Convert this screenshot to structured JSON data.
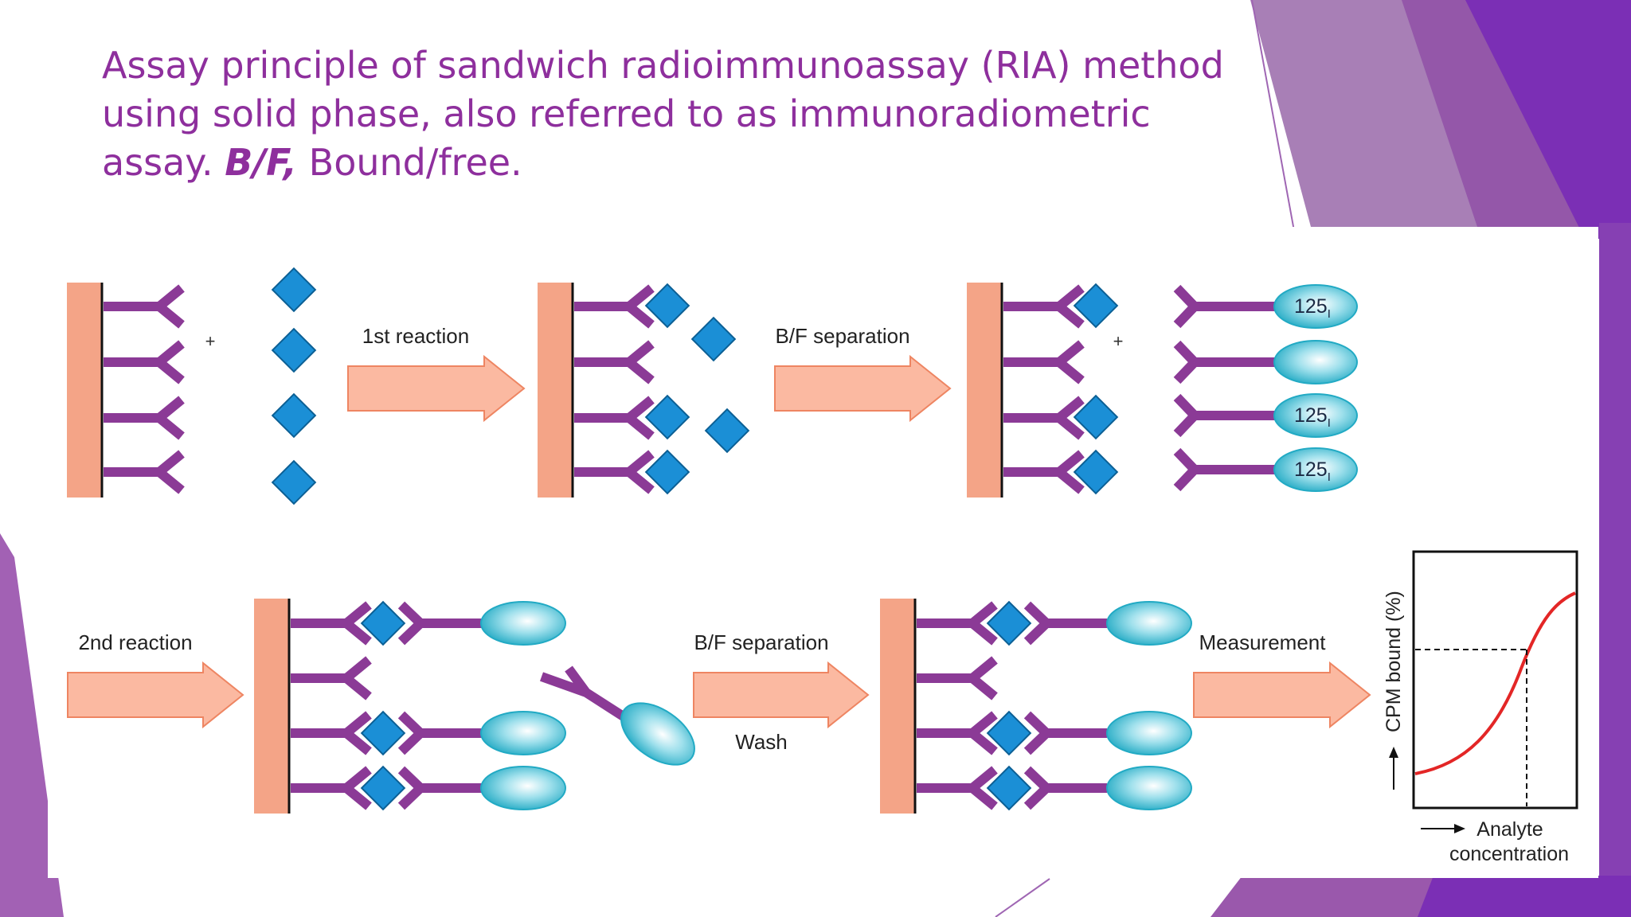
{
  "slide": {
    "title_part1": "Assay principle of sandwich radioimmunoassay (RIA) method using solid phase, also referred to as immunoradiometric assay. ",
    "title_emph": "B/F,",
    "title_part2": " Bound/free."
  },
  "colors": {
    "title": "#8e2f9d",
    "antibody": "#8b3a96",
    "solid_phase": "#f4a487",
    "antigen": "#1b8fd6",
    "label_ellipse": "#33b7cc",
    "arrow_fill": "#fbb9a1",
    "arrow_stroke": "#ee8562",
    "curve": "#e32626",
    "accent_purple": "#7b2fb5"
  },
  "labels": {
    "plus": "+",
    "reaction1": "1st reaction",
    "separation1": "B/F separation",
    "reaction2": "2nd reaction",
    "separation2": "B/F separation",
    "wash": "Wash",
    "measurement": "Measurement",
    "isotope_mass": "125",
    "isotope_symbol": "I"
  },
  "graph": {
    "ylabel": "CPM bound (%)",
    "xlabel_line1": "Analyte",
    "xlabel_line2": "concentration"
  }
}
